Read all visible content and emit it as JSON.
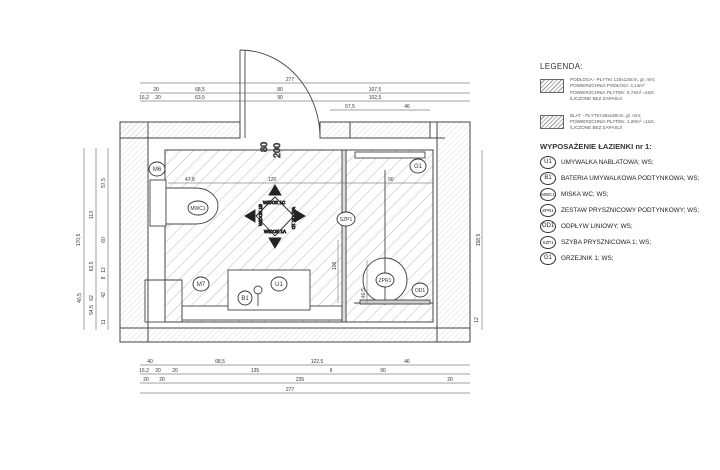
{
  "legend": {
    "title": "LEGENDA:",
    "items": [
      {
        "line1": "PODŁOGA - PŁYTKI 120x120cm, gr. mm;",
        "line2": "POWIERZCHNIA PODŁOGI: 4,14m²",
        "line3": "POWIERZCHNIA PŁYTEK: 5,74m² =4szt.",
        "line4": "/LICZONE BEZ ZAPASU/"
      },
      {
        "line1": "BLAT - PŁYTKI 80x160cm, gr. mm;",
        "line2": "POWIERZCHNIA PŁYTEK: 1,28m² =1szt.",
        "line3": "/LICZONE BEZ ZAPASU/",
        "line4": ""
      }
    ]
  },
  "equipment": {
    "title": "WYPOSAŻENIE ŁAZIENKI nr 1:",
    "items": [
      {
        "tag": "U1",
        "label": "UMYWALKA NABLATOWA; WS;"
      },
      {
        "tag": "B1",
        "label": "BATERIA UMYWALKOWA PODTYNKOWA; WS;"
      },
      {
        "tag": "MWC1",
        "label": "MISKA WC; WS;"
      },
      {
        "tag": "ZPR1",
        "label": "ZESTAW PRYSZNICOWY PODTYNKOWY; WS;"
      },
      {
        "tag": "OD1",
        "label": "ODPŁYW LINIOWY; WS;"
      },
      {
        "tag": "SZP1",
        "label": "SZYBA PRYSZNICOWA 1; WS;"
      },
      {
        "tag": "G1",
        "label": "GRZEJNIK 1; WS;"
      }
    ]
  },
  "plan": {
    "top_dims": {
      "total": "277",
      "row2": [
        "20",
        "68,5",
        "80",
        "107,5"
      ],
      "row3": [
        "16,2",
        "20",
        "63,5",
        "90",
        "102,5"
      ],
      "row4": [
        "57,5",
        "46"
      ]
    },
    "bottom_dims": {
      "row1": [
        "40",
        "68,5",
        "122,5",
        "46"
      ],
      "row2": [
        "16,2",
        "20",
        "20",
        "135",
        "9",
        "90"
      ],
      "row3": [
        "20",
        "20",
        "235",
        "20"
      ],
      "total": "277"
    },
    "left_dims": {
      "total": "170,5",
      "col2": [
        "113",
        "6",
        "62"
      ],
      "col3": [
        "57,5",
        "60",
        "2,5",
        "12",
        "8",
        "42",
        "40,5",
        "54,5",
        "11"
      ]
    },
    "right_dims": {
      "total": "158,5",
      "small": "12"
    },
    "door_label_1": "80",
    "door_label_2": "200",
    "inner_dims": {
      "d1": "47,8",
      "d2": "120",
      "d3": "90",
      "d4": "106",
      "d5": "40,5"
    },
    "view_labels": {
      "a": "WIDOK 1A",
      "b": "WIDOK 1B",
      "c": "WIDOK 1C",
      "d": "WIDOK 1D"
    },
    "tags": {
      "m6": "M6",
      "g1": "G1",
      "mwc1": "MWC1",
      "szp1": "SZP1",
      "m7": "M7",
      "b1": "B1",
      "u1": "U1",
      "zpr1": "ZPR1",
      "od1": "OD1"
    }
  }
}
